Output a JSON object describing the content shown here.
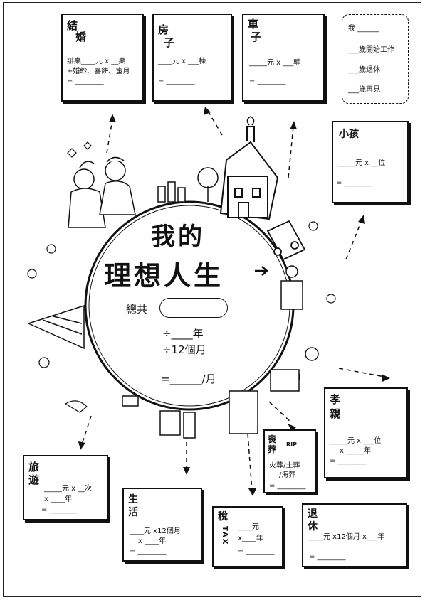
{
  "center": {
    "title_line1": "我的",
    "title_line2": "理想人生",
    "total_label": "總共",
    "divide_years": "÷____年",
    "divide_months": "÷12個月",
    "result": "=______/月"
  },
  "cards": {
    "marriage": {
      "title_a": "結",
      "title_b": "婚",
      "line1": "辦桌____元 x __桌",
      "line2": "+婚紗、喜餅、蜜月",
      "line3": "= ________"
    },
    "house": {
      "title_a": "房",
      "title_b": "子",
      "line1": "____元 x ___棟",
      "line2": "= ________"
    },
    "car": {
      "title_a": "車",
      "title_b": "子",
      "line1": "_____元 x ___輛",
      "line2": "= ________"
    },
    "life_plan": {
      "line1": "我 ______",
      "line2": "___歲開始工作",
      "line3": "___歲退休",
      "line4": "___歲再見"
    },
    "kids": {
      "title": "小孩",
      "line1": "_____元 x __位",
      "line2": "= ________"
    },
    "parents": {
      "title_a": "孝",
      "title_b": "親",
      "line1": "_____元 x ___位",
      "line2": "x _____年",
      "line3": "= ________"
    },
    "travel": {
      "title_a": "旅",
      "title_b": "遊",
      "line1": "_____元 x __次",
      "line2": "x ____年",
      "line3": "= ________"
    },
    "living": {
      "title_a": "生",
      "title_b": "活",
      "line1": "____元 x12個月",
      "line2": "x ____年",
      "line3": "= ________"
    },
    "funeral": {
      "title_a": "喪",
      "title_b": "葬",
      "rip": "RIP",
      "line1": "火葬/土葬",
      "line2": "/海葬",
      "line3": "= ________"
    },
    "tax": {
      "title": "稅",
      "tax_letters": "TAX",
      "line1": "____元",
      "line2": "x____年",
      "line3": "= ________"
    },
    "retire": {
      "title_a": "退",
      "title_b": "休",
      "line1": "____元 x12個月 x___年",
      "line2": "= ________"
    }
  }
}
